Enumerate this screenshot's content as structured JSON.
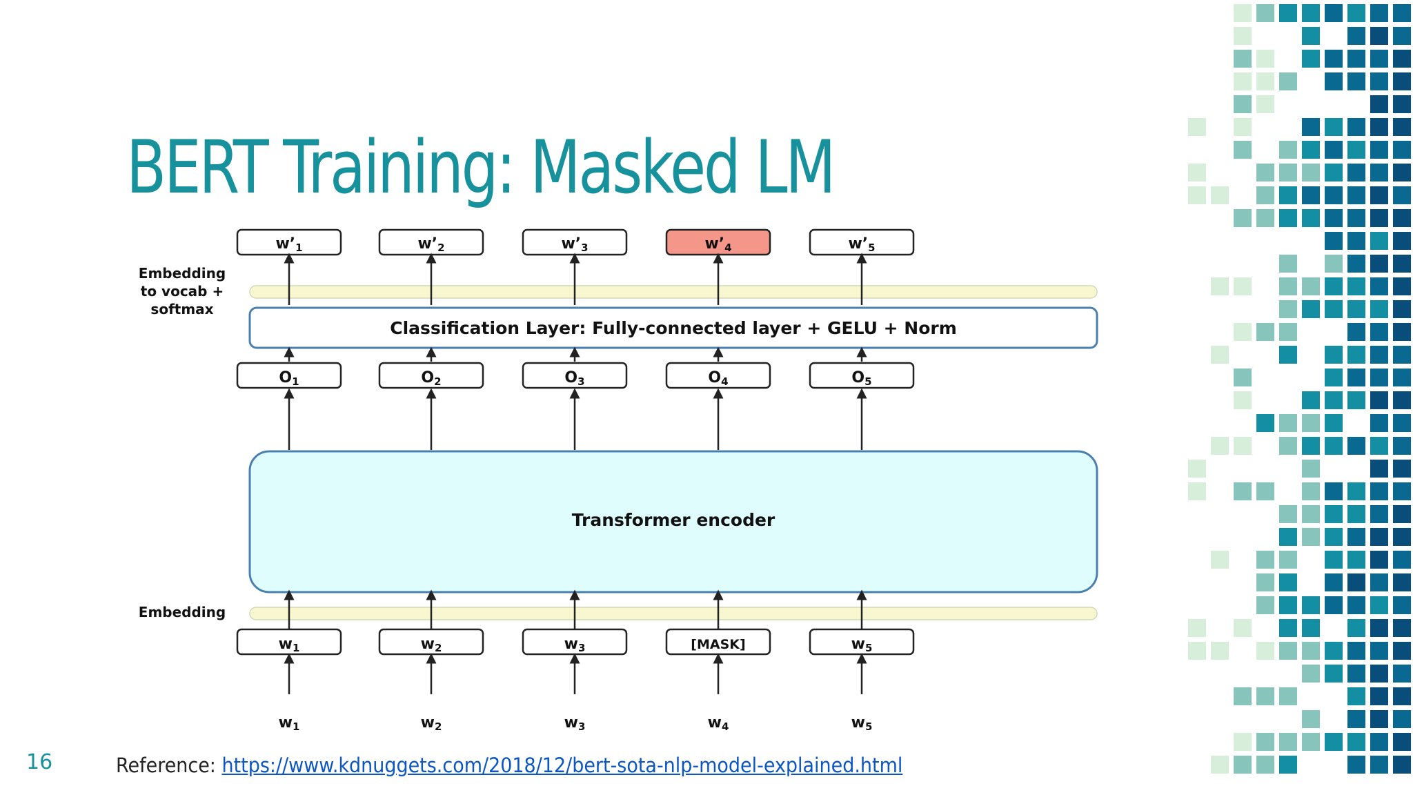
{
  "slide": {
    "title": "BERT Training: Masked LM",
    "page_number": "16",
    "reference_label": "Reference: ",
    "reference_url": "https://www.kdnuggets.com/2018/12/bert-sota-nlp-model-explained.html"
  },
  "diagram": {
    "side_labels": {
      "top": [
        "Embedding",
        "to vocab +",
        "softmax"
      ],
      "bottom": "Embedding"
    },
    "classification_layer": "Classification Layer: Fully-connected layer + GELU + Norm",
    "encoder": "Transformer encoder",
    "columns": [
      {
        "output_word": "w’1",
        "output": "O1",
        "input_token": "w1",
        "input_word": "w1",
        "highlighted": false
      },
      {
        "output_word": "w’2",
        "output": "O2",
        "input_token": "w2",
        "input_word": "w2",
        "highlighted": false
      },
      {
        "output_word": "w’3",
        "output": "O3",
        "input_token": "w3",
        "input_word": "w3",
        "highlighted": false
      },
      {
        "output_word": "w’4",
        "output": "O4",
        "input_token": "[MASK]",
        "input_word": "w4",
        "highlighted": true
      },
      {
        "output_word": "w’5",
        "output": "O5",
        "input_token": "w5",
        "input_word": "w5",
        "highlighted": false
      }
    ],
    "colors": {
      "box_border": "#222222",
      "highlight_fill": "#f4978a",
      "encoder_fill": "#e0fdfe",
      "layer_border": "#4a7fb0",
      "embedding_strip": "#f9f7d0"
    }
  },
  "decoration": {
    "palette": [
      "#d7eedb",
      "#86c4bc",
      "#138ea3",
      "#0a6991",
      "#094e7b"
    ]
  }
}
